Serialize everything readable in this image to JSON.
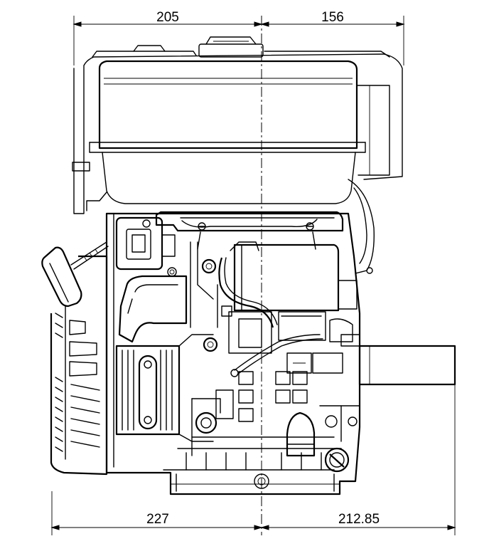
{
  "drawing": {
    "subject": "engine-front-view",
    "line_color": "#000000",
    "background_color": "#ffffff"
  },
  "dimensions": {
    "top_left": "205",
    "top_right": "156",
    "bottom_left": "227",
    "bottom_right": "212.85"
  }
}
